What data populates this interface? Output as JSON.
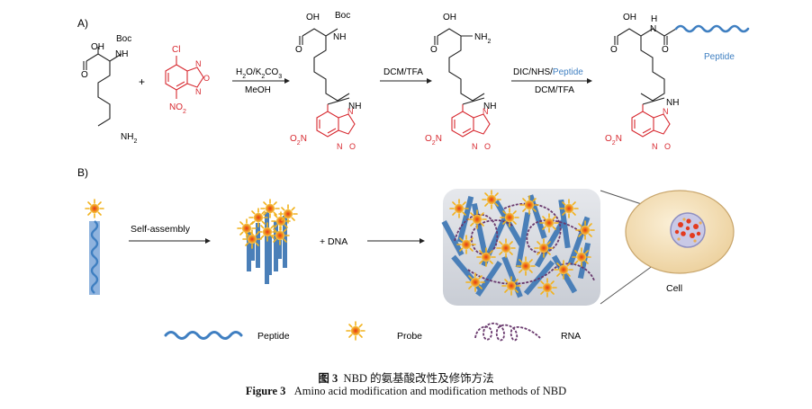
{
  "panel_a": {
    "label": "A)",
    "plus_sign": "+",
    "reactant_lysine": {
      "cooh": "OH",
      "carbonyl_o": "O",
      "nh": "NH",
      "boc": "Boc",
      "amine": "NH2"
    },
    "reactant_nbd_cl": {
      "cl": "Cl",
      "no2": "NO2",
      "n_top": "N",
      "n_bottom": "N",
      "o_ring": "O"
    },
    "step1": {
      "reagent_top": "H2O/K2CO3",
      "reagent_bottom": "MeOH"
    },
    "step2": {
      "reagent_top": "DCM/TFA"
    },
    "step3": {
      "reagent_top_prefix": "DIC/NHS/",
      "reagent_top_highlight": "Peptide",
      "reagent_bottom": "DCM/TFA"
    },
    "intermediate1": {
      "oh": "OH",
      "o": "O",
      "nh": "NH",
      "boc": "Boc",
      "nh_link": "NH",
      "no2": "O2N",
      "n": "N",
      "o_ring": "O"
    },
    "intermediate2": {
      "oh": "OH",
      "o": "O",
      "amine": "NH2",
      "nh_link": "NH",
      "no2": "O2N",
      "n": "N",
      "o_ring": "O"
    },
    "product": {
      "oh": "OH",
      "o": "O",
      "h": "H",
      "n": "N",
      "nh_link": "NH",
      "no2": "O2N",
      "n_ring": "N",
      "o_ring": "O",
      "peptide_label": "Peptide"
    }
  },
  "panel_b": {
    "label": "B)",
    "step_self_assembly": "Self-assembly",
    "step_dna": "+ DNA",
    "cell_label": "Cell"
  },
  "legend": [
    {
      "symbol": "wave-icon",
      "label": "Peptide"
    },
    {
      "symbol": "probe-icon",
      "label": "Probe"
    },
    {
      "symbol": "rna-icon",
      "label": "RNA"
    }
  ],
  "caption": {
    "cn_prefix": "图 3",
    "cn_text": "NBD 的氨基酸改性及修饰方法",
    "en_prefix": "Figure 3",
    "en_text": "Amino acid modification and modification methods of NBD"
  },
  "colors": {
    "nbd_red": "#d7282f",
    "peptide_blue": "#3f7fc1",
    "rod_blue": "#4a7fb8",
    "probe_orange": "#f08a1c",
    "probe_yellow": "#f6d24a",
    "rna_purple": "#6a3a6e",
    "cell_fill": "#f5e3bf",
    "nucleus_fill": "#c9c9e6",
    "box_fill": "#d8dbe2"
  }
}
